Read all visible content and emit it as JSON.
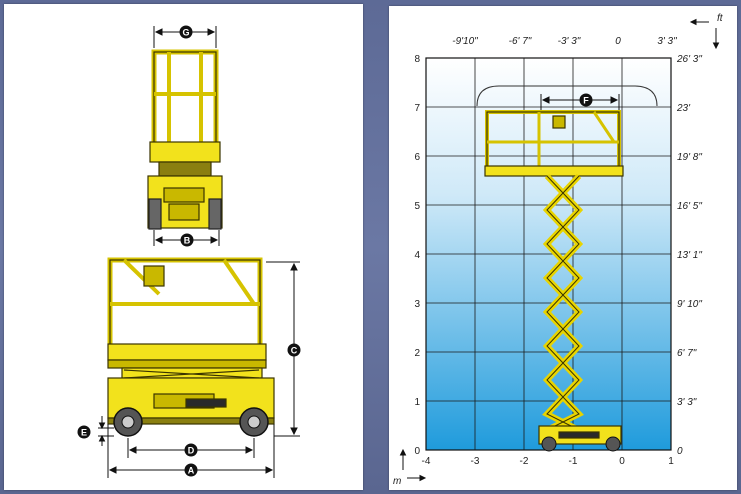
{
  "dimension_markers": {
    "A": "A",
    "B": "B",
    "C": "C",
    "D": "D",
    "E": "E",
    "F": "F",
    "G": "G"
  },
  "colors": {
    "machine_yellow": "#f2e21c",
    "machine_outline": "#3a3400",
    "chart_sky_top": "#ffffff",
    "chart_sky_bottom": "#2aa3df",
    "grid": "#1a1a1a",
    "page_background": "#6472a0"
  },
  "chart": {
    "x_ticks_m": [
      "-4",
      "-3",
      "-2",
      "-1",
      "0",
      "1"
    ],
    "y_ticks_m": [
      "0",
      "1",
      "2",
      "3",
      "4",
      "5",
      "6",
      "7",
      "8"
    ],
    "x_ticks_ft": [
      "-9'10\"",
      "-6' 7\"",
      "-3' 3\"",
      "0",
      "3' 3\""
    ],
    "y_ticks_ft": [
      "0",
      "3' 3\"",
      "6' 7\"",
      "9' 10\"",
      "13' 1\"",
      "16' 5\"",
      "19' 8\"",
      "23'",
      "26' 3\""
    ],
    "unit_m": "m",
    "unit_ft": "ft"
  }
}
